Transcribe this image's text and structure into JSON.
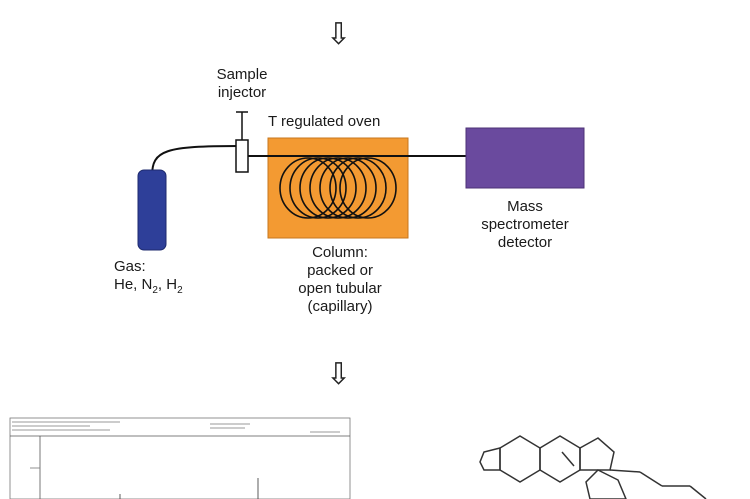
{
  "labels": {
    "sample_injector_line1": "Sample",
    "sample_injector_line2": "injector",
    "oven": "T regulated oven",
    "mass_line1": "Mass",
    "mass_line2": "spectrometer",
    "mass_line3": "detector",
    "column_line1": "Column:",
    "column_line2": "packed or",
    "column_line3": "open tubular",
    "column_line4": "(capillary)",
    "gas_line1": "Gas:",
    "gas_he": "He, N",
    "gas_n_sub": "2",
    "gas_sep": ", H",
    "gas_h_sub": "2"
  },
  "colors": {
    "gas_cylinder": "#2e3f99",
    "oven": "#f39a32",
    "detector": "#6a4a9e",
    "line": "#111111"
  },
  "icons": {
    "flow_arrow": "down-hollow-arrow-icon"
  }
}
